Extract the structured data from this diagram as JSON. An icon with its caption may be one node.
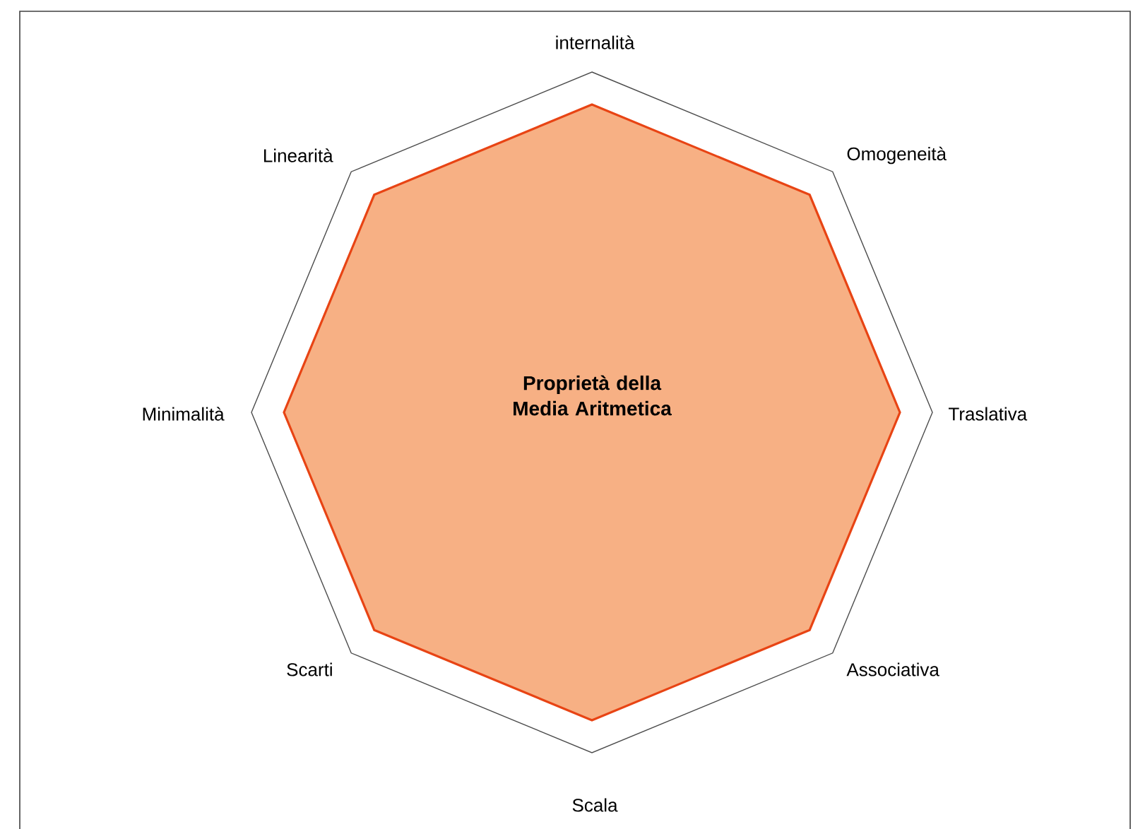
{
  "diagram": {
    "nodes": [
      {
        "text": [
          "Proprietà della Media Aritmetica"
        ]
      }
    ],
    "labels": [
      "internalità",
      "Linearità",
      "Omogeneità",
      "Minimalità",
      "Traslativa",
      "Scarti",
      "Associativa",
      "Scala"
    ]
  }
}
